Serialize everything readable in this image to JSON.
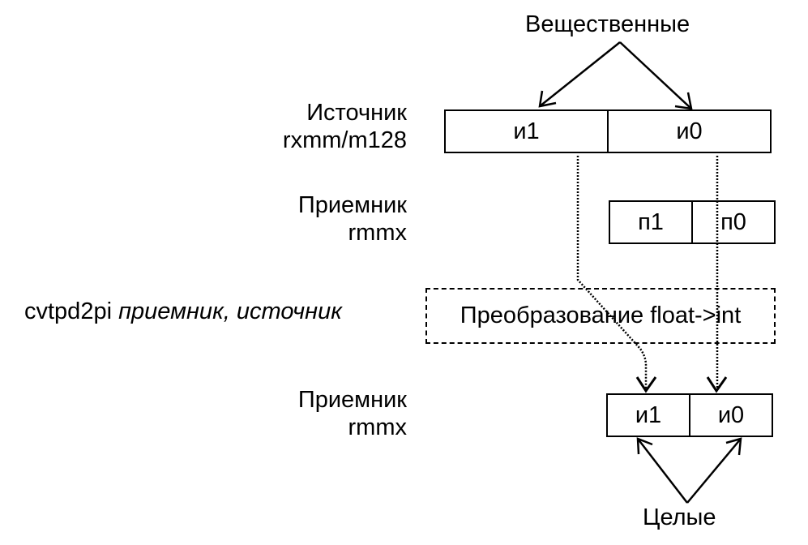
{
  "diagram": {
    "top_label": "Вещественные",
    "bottom_label": "Целые",
    "source": {
      "label_line1": "Источник",
      "label_line2": "rxmm/m128",
      "cells": [
        "и1",
        "и0"
      ]
    },
    "dest_before": {
      "label_line1": "Приемник",
      "label_line2": "rmmx",
      "cells": [
        "п1",
        "п0"
      ]
    },
    "instruction": {
      "mnemonic": "cvtpd2pi",
      "operands": "приемник, источник"
    },
    "operation": "Преобразование float->int",
    "dest_after": {
      "label_line1": "Приемник",
      "label_line2": "rmmx",
      "cells": [
        "и1",
        "и0"
      ]
    }
  }
}
